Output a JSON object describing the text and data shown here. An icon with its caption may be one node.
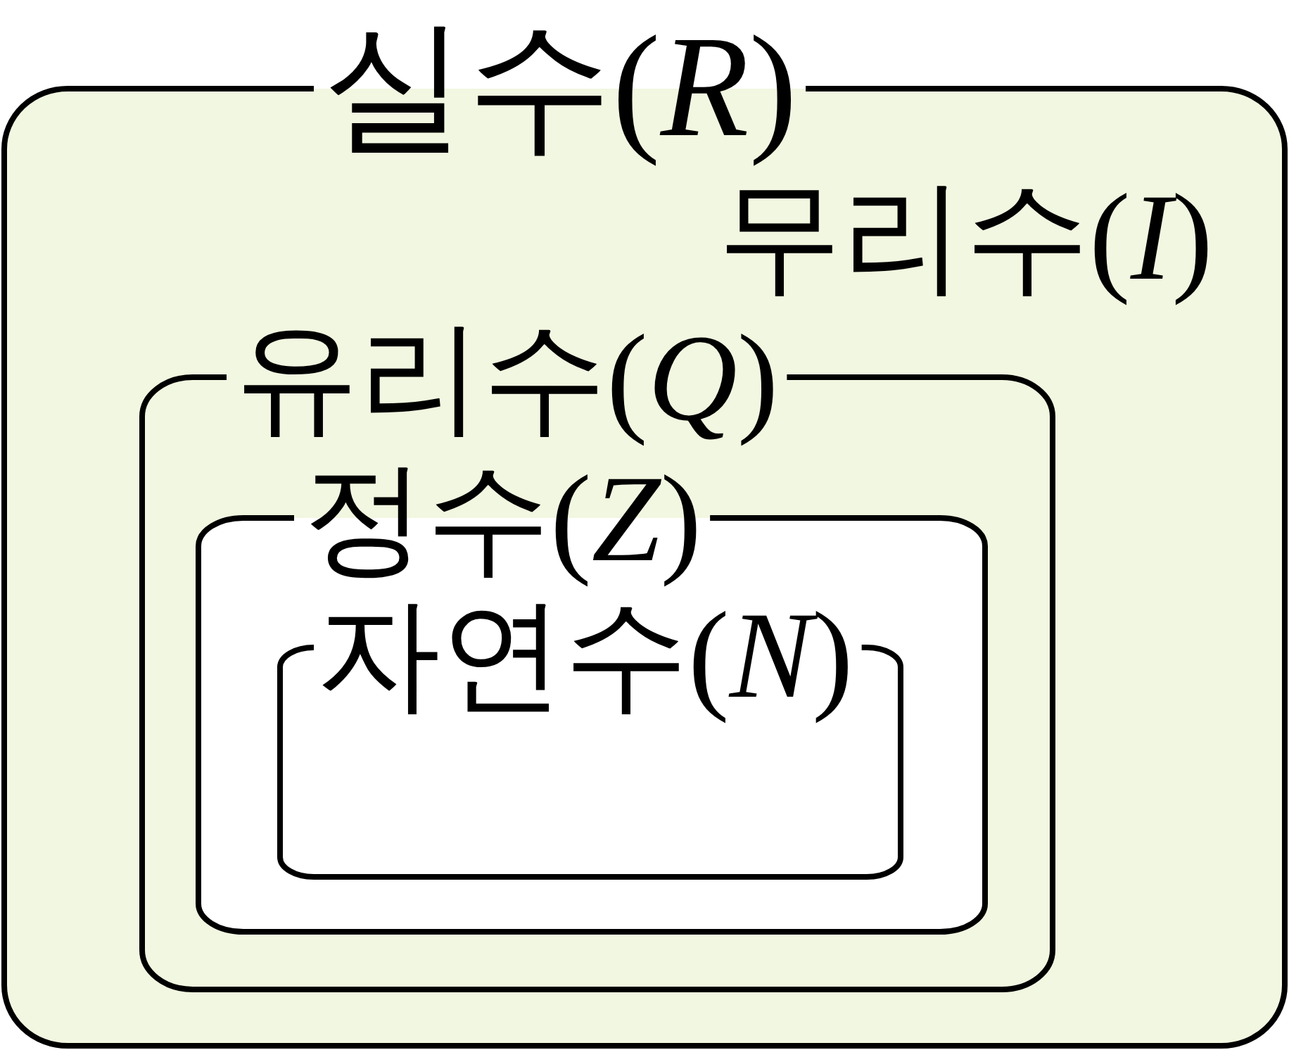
{
  "diagram": {
    "nodes": [
      {
        "text": [
          "실수(*R*)",
          "무리수(*I*)"
        ]
      },
      {
        "text": [
          "유리수(*Q*)"
        ],
        "in": 0
      },
      {
        "text": [
          "정수(*Z*)"
        ],
        "in": 1
      },
      {
        "text": [
          "자연수(*N*)"
        ],
        "in": 2
      }
    ]
  }
}
